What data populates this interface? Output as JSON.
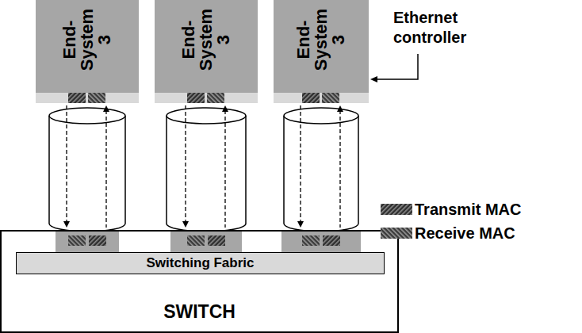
{
  "diagram": {
    "nodes": [
      {
        "text": [
          "End- System 3"
        ]
      },
      {
        "text": [
          "End- System 3"
        ]
      },
      {
        "text": [
          "End- System 3"
        ]
      },
      {
        "text": [
          "SWITCH"
        ]
      },
      {
        "text": [
          "Switching Fabric"
        ],
        "in": 3
      }
    ],
    "edges": [
      {
        "from": 0,
        "to": 3,
        "arrow": "both"
      },
      {
        "from": 1,
        "to": 3,
        "arrow": "both"
      },
      {
        "from": 2,
        "to": 3,
        "arrow": "both"
      }
    ],
    "labels": [
      "Ethernet controller"
    ],
    "legend": [
      {
        "text": "Transmit MAC"
      },
      {
        "text": "Receive MAC"
      }
    ]
  }
}
